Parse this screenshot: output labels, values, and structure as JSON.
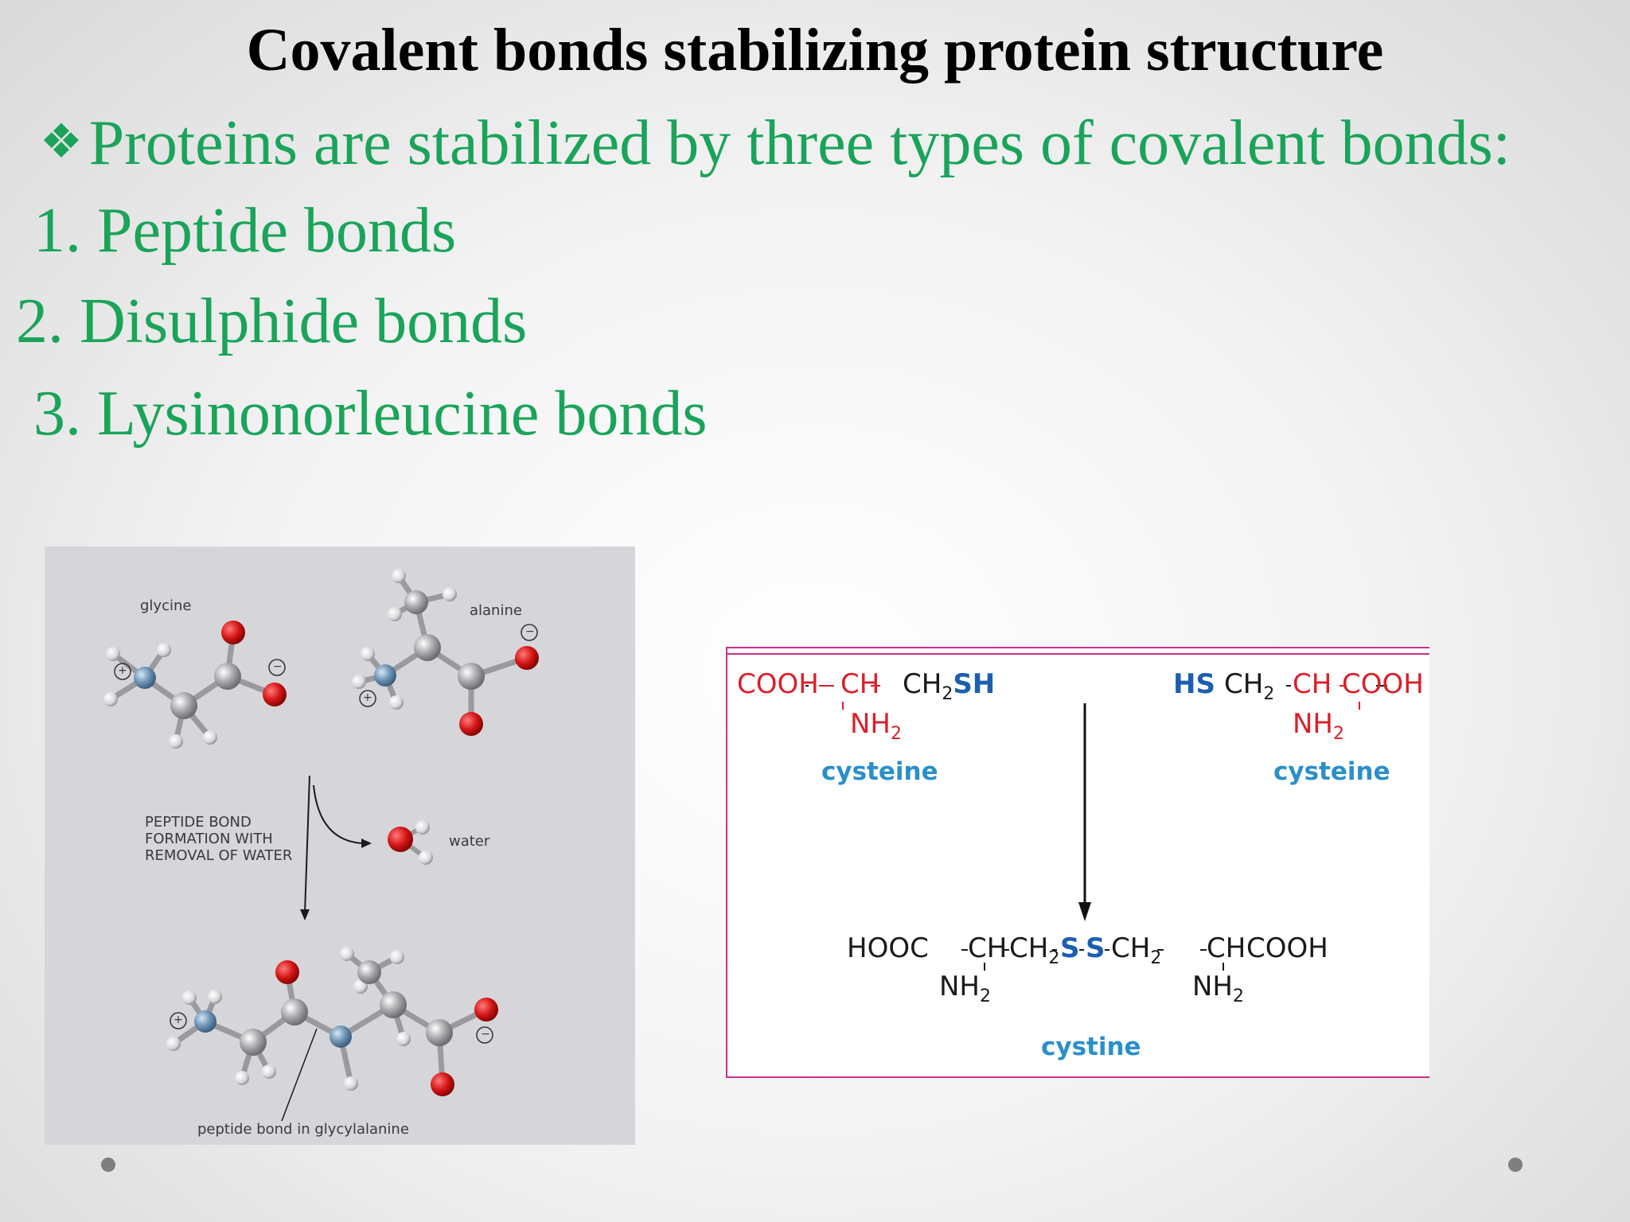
{
  "title": "Covalent bonds stabilizing protein structure",
  "intro": {
    "bullet": "❖",
    "text": "Proteins are stabilized by three types of covalent bonds:"
  },
  "list": [
    "1. Peptide bonds",
    "2. Disulphide bonds",
    "3. Lysinonorleucine bonds"
  ],
  "peptide_figure": {
    "glycine": "glycine",
    "alanine": "alanine",
    "formation": [
      "PEPTIDE BOND",
      "FORMATION WITH",
      "REMOVAL OF WATER"
    ],
    "water": "water",
    "product": "peptide bond in glycylalanine",
    "plus": "+",
    "minus": "−"
  },
  "disulphide_figure": {
    "left_pre": "COOH",
    "left_ch": "CH",
    "left_ch2": "CH",
    "left_sub2": "2",
    "left_sh": "SH",
    "left_nh": "NH",
    "nh_sub": "2",
    "right_hs": "HS",
    "right_ch2": "CH",
    "right_sub2": "2",
    "right_ch": "CH",
    "right_cooh": "COOH",
    "right_nh": "NH",
    "label_cysteine_left": "cysteine",
    "label_cysteine_right": "cysteine",
    "prod_hooc": "HOOC",
    "prod_ch_a": "CH",
    "prod_ch2_a": "CH",
    "prod_s1": "S",
    "prod_s2": "S",
    "prod_ch2_b": "CH",
    "prod_ch_b": "CH",
    "prod_cooh": "COOH",
    "prod_nh_a": "NH",
    "prod_nh_b": "NH",
    "label_cystine": "cystine",
    "colors": {
      "red": "#d9202a",
      "blue_label": "#2a8fc9",
      "sulfur": "#1c5fb0",
      "frame": "#c9308a"
    }
  },
  "colors": {
    "heading": "#000000",
    "green": "#1aa45a"
  }
}
